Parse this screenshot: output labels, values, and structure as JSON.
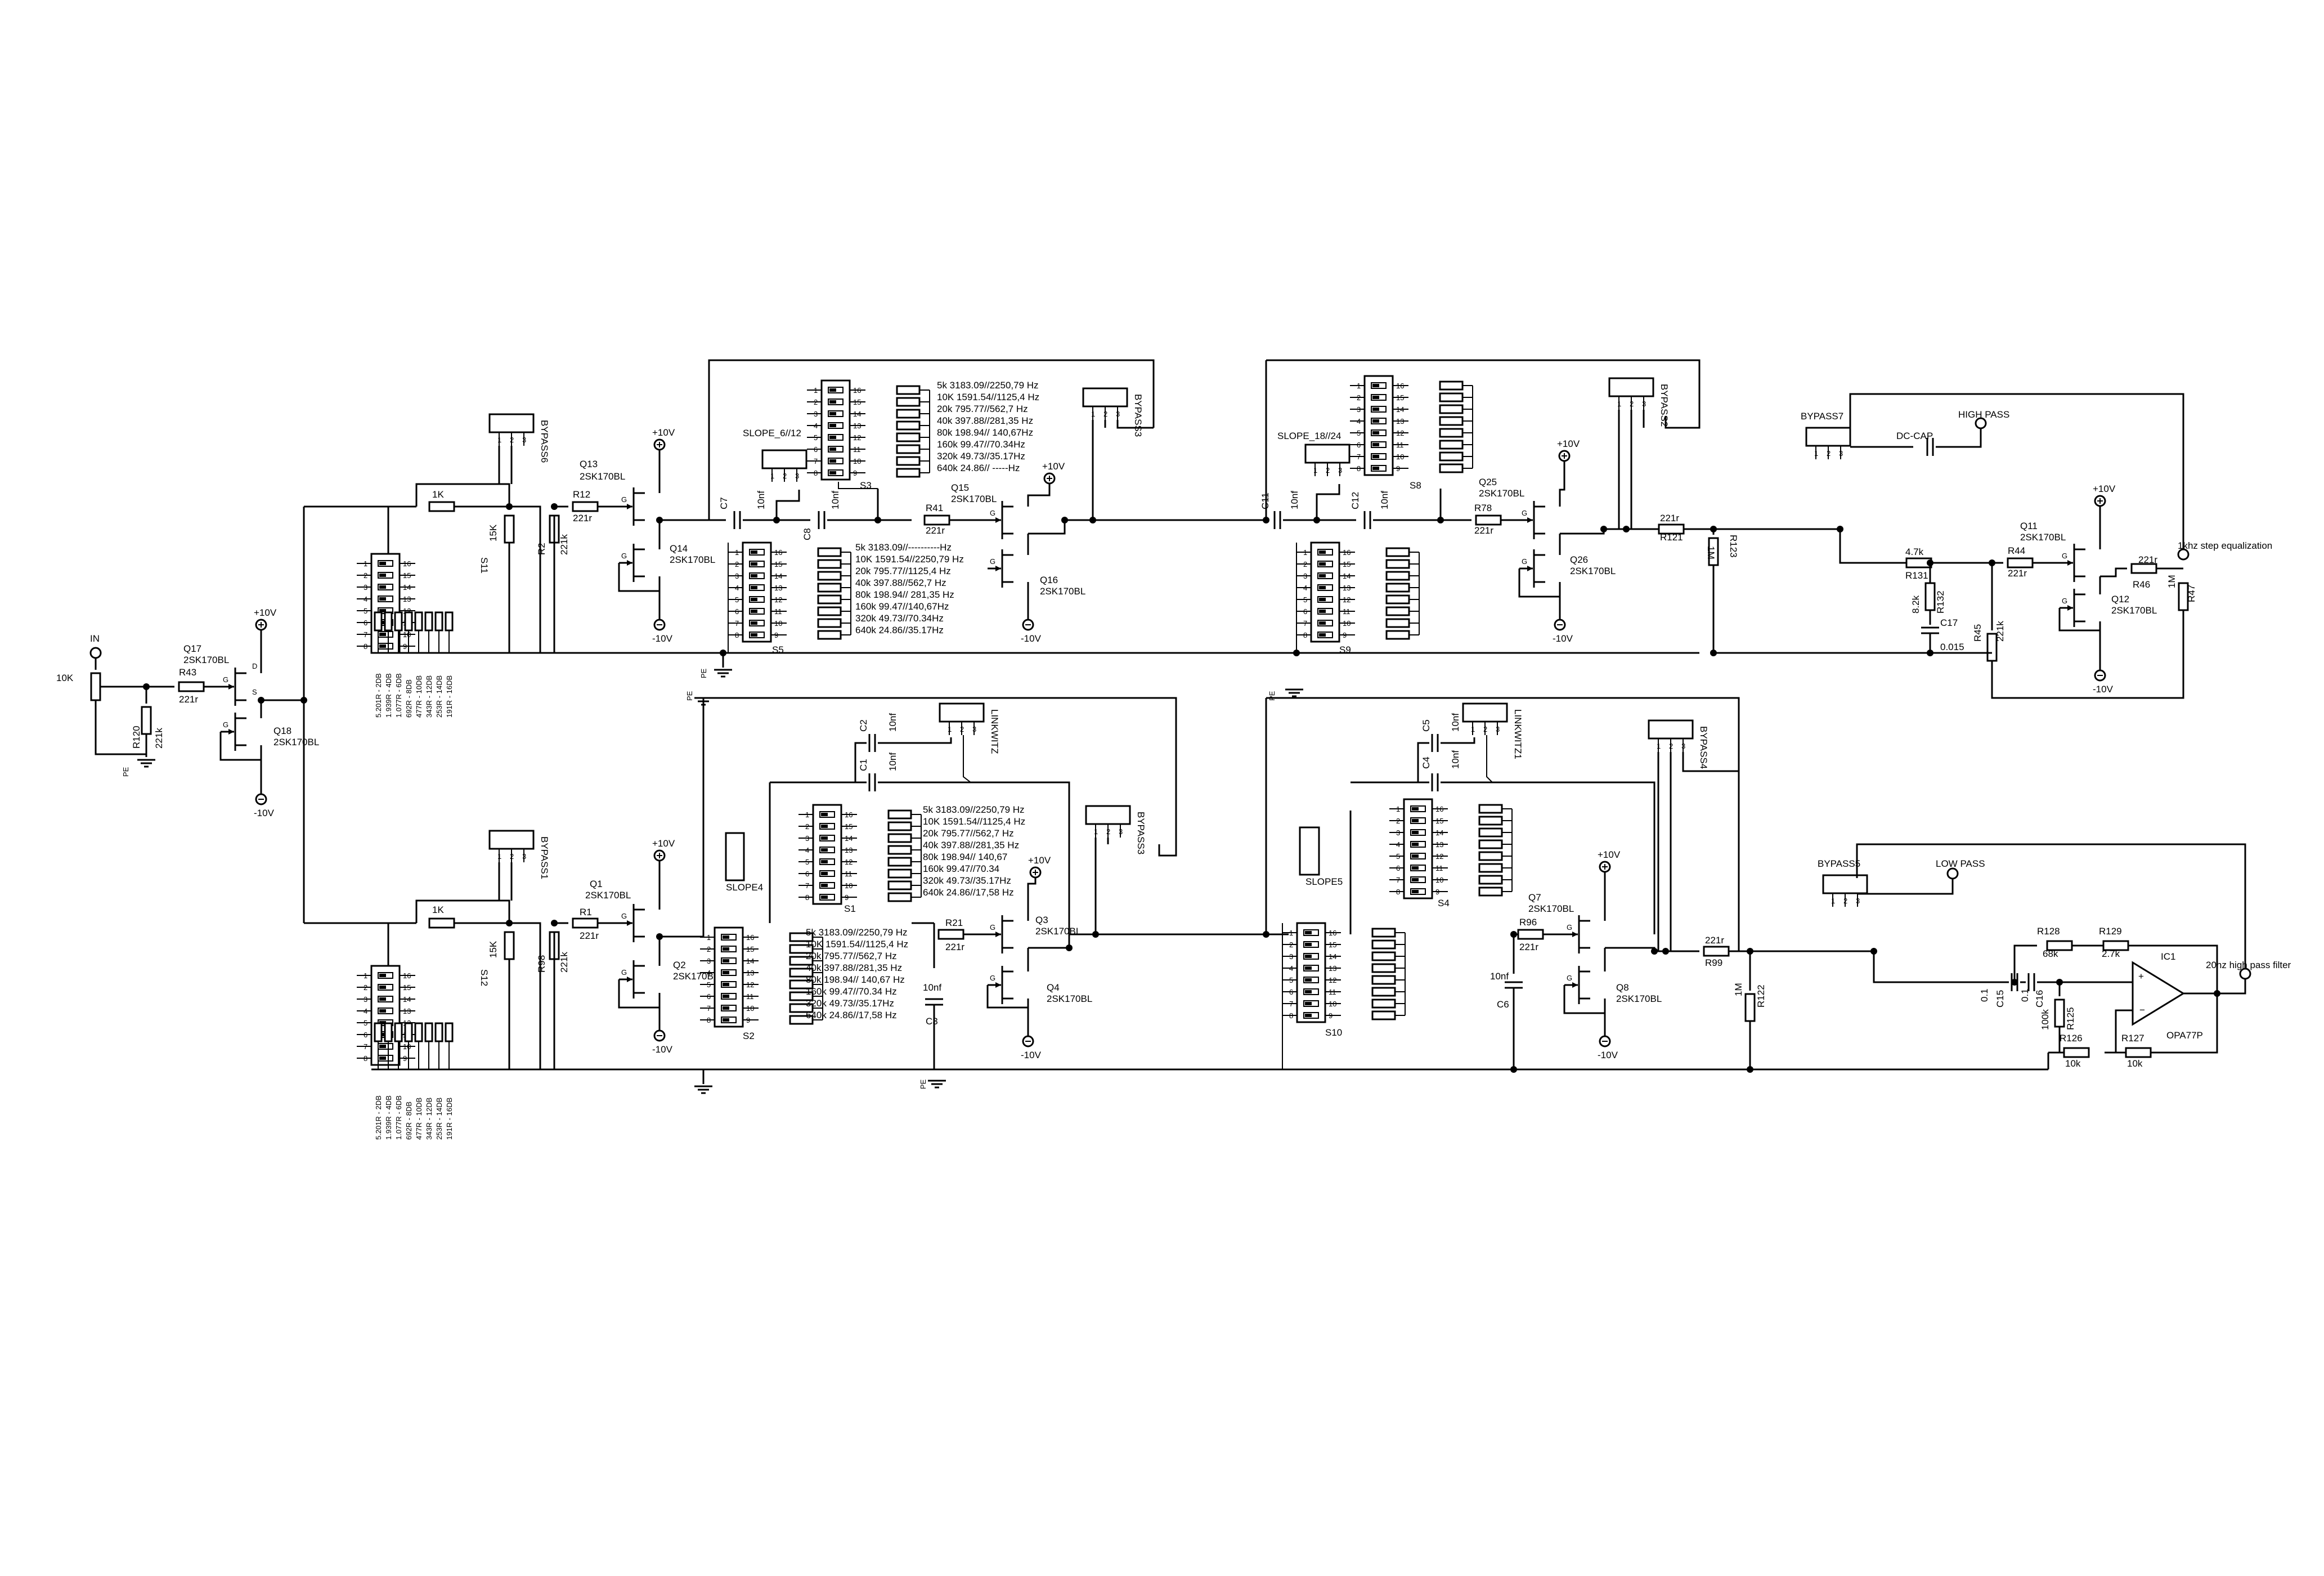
{
  "labels": {
    "in": "IN",
    "pot": "10K",
    "r120": "R120",
    "r120v": "221k",
    "pe": "PE",
    "r43": "R43",
    "r43v": "221r",
    "q17": "Q17",
    "q17t": "2SK170BL",
    "q18": "Q18",
    "q18t": "2SK170BL",
    "p10": "+10V",
    "n10": "-10V",
    "g": "G",
    "s": "S",
    "d": "D",
    "k1": "1K",
    "bypass6": "BYPASS6",
    "bypass1": "BYPASS1",
    "r2": "R2",
    "r2v": "221k",
    "r98": "R98",
    "r98v": "221k",
    "k15": "15K",
    "s11": "S11",
    "s12": "S12",
    "q13": "Q13",
    "q13t": "2SK170BL",
    "r12": "R12",
    "r12v": "221r",
    "q14": "Q14",
    "q14t": "2SK170BL",
    "q1": "Q1",
    "q1t": "2SK170BL",
    "r1": "R1",
    "r1v": "221r",
    "q2": "Q2",
    "q2t": "2SK170BL",
    "c7": "C7",
    "c8": "C8",
    "nf10": "10nf",
    "slope612": "SLOPE_6//12",
    "s3": "S3",
    "s5": "S5",
    "q15": "Q15",
    "q15t": "2SK170BL",
    "r41": "R41",
    "r41v": "221r",
    "q16": "Q16",
    "q16t": "2SK170BL",
    "bypass5": "BYPASS5",
    "bypass3": "BYPASS3",
    "c11": "C11",
    "c12": "C12",
    "slope1824": "SLOPE_18//24",
    "s8": "S8",
    "s9": "S9",
    "q25": "Q25",
    "q25t": "2SK170BL",
    "r78": "R78",
    "r78v": "221r",
    "q26": "Q26",
    "q26t": "2SK170BL",
    "bypass2": "BYPASS2",
    "r121": "R121",
    "r121v": "221r",
    "r123": "R123",
    "m1": "1M",
    "bypass7": "BYPASS7",
    "dccap": "DC-CAP",
    "highpass": "HIGH PASS",
    "r131": "R131",
    "r131v": "4.7k",
    "r132": "R132",
    "r132v": "8.2k",
    "c17": "C17",
    "c17v": "0.015",
    "r44": "R44",
    "r44v": "221r",
    "q11": "Q11",
    "q11t": "2SK170BL",
    "q12": "Q12",
    "q12t": "2SK170BL",
    "r45": "R45",
    "r45v": "221k",
    "r46": "R46",
    "r46v": "221r",
    "r47": "R47",
    "khz": "1khz step equalization",
    "c1": "C1",
    "c2": "C2",
    "linkwitz": "LINKWITZ",
    "slope4": "SLOPE4",
    "s1": "S1",
    "s2": "S2",
    "r21": "R21",
    "r21v": "221r",
    "q3": "Q3",
    "q3t": "2SK170BL",
    "q4": "Q4",
    "q4t": "2SK170BL",
    "c3": "C3",
    "c4": "C4",
    "c5": "C5",
    "linkwitz1": "LINKWITZ1",
    "slope5": "SLOPE5",
    "s4": "S4",
    "s10": "S10",
    "q7": "Q7",
    "q7t": "2SK170BL",
    "r96": "R96",
    "r96v": "221r",
    "q8": "Q8",
    "q8t": "2SK170BL",
    "c6": "C6",
    "bypass4": "BYPASS4",
    "r99": "R99",
    "r99v": "221r",
    "r122": "R122",
    "lowpass": "LOW PASS",
    "r128": "R128",
    "r128v": "68k",
    "r129": "R129",
    "r129v": "2.7k",
    "ic1": "IC1",
    "opa": "OPA77P",
    "c15": "C15",
    "c16": "C16",
    "c01": "0.1",
    "r125": "R125",
    "r125v": "100k",
    "r126": "R126",
    "r126v": "10k",
    "r127": "R127",
    "r127v": "10k",
    "hz20": "20hz high pass filter"
  },
  "attenuator_steps": [
    "5.201R - 2DB",
    "1.939R - 4DB",
    "1.077R - 6DB",
    "692R - 8DB",
    "477R - 10DB",
    "343R - 12DB",
    "253R - 14DB",
    "191R - 16DB"
  ],
  "freq_a": [
    "5k  3183.09//2250,79 Hz",
    "10K 1591.54//1125,4 Hz",
    "20k  795.77//562,7 Hz",
    "40k  397.88//281,35 Hz",
    "80k  198.94// 140,67Hz",
    "160k  99.47//70.34Hz",
    "320k  49.73//35.17Hz",
    "640k  24.86//   -----Hz"
  ],
  "freq_b": [
    "5k  3183.09//----------Hz",
    "10K 1591.54//2250,79 Hz",
    "20k  795.77//1125,4 Hz",
    "40k  397.88//562,7 Hz",
    "80k  198.94// 281,35 Hz",
    "160k  99.47//140,67Hz",
    "320k  49.73//70.34Hz",
    "640k  24.86//35.17Hz"
  ],
  "freq_c": [
    "5k  3183.09//2250,79 Hz",
    "10K 1591.54//1125,4 Hz",
    "20k  795.77//562,7 Hz",
    "40k  397.88//281,35 Hz",
    "80k  198.94// 140,67 Hz",
    "160k  99.47//70.34 Hz",
    "320k  49.73//35.17Hz",
    "640k  24.86//17,58 Hz"
  ],
  "freq_d": [
    "5k  3183.09//2250,79 Hz",
    "10K 1591.54//1125,4 Hz",
    "20k  795.77//562,7 Hz",
    "40k  397.88//281,35 Hz",
    "80k  198.94// 140,67",
    "160k  99.47//70.34",
    "320k  49.73//35.17Hz",
    "640k  24.86//17,58 Hz"
  ],
  "pins_left": [
    "1",
    "2",
    "3",
    "4",
    "5",
    "6",
    "7",
    "8"
  ],
  "pins_right": [
    "16",
    "15",
    "14",
    "13",
    "12",
    "11",
    "10",
    "9"
  ]
}
